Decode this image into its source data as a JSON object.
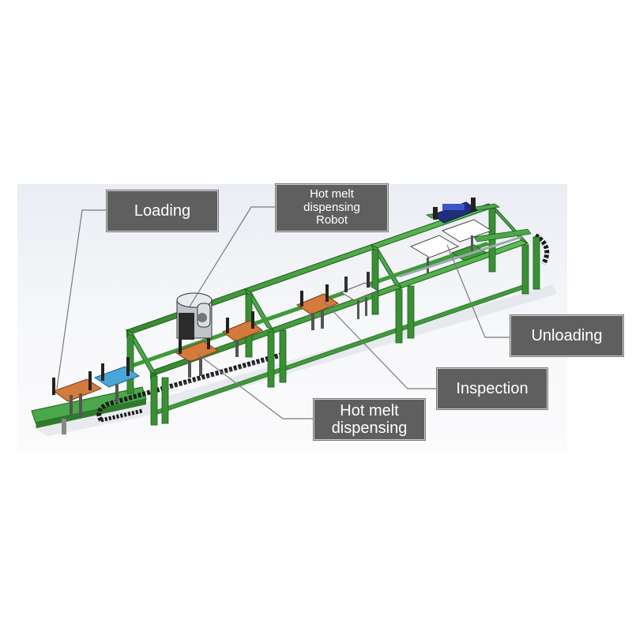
{
  "labels": {
    "loading": "Loading",
    "robot_line1": "Hot melt",
    "robot_line2": "dispensing",
    "robot_line3": "Robot",
    "unloading": "Unloading",
    "inspection": "Inspection",
    "hotmelt_line1": "Hot melt",
    "hotmelt_line2": "dispensing"
  },
  "colors": {
    "frame_green": "#3f9a3a",
    "frame_dark": "#1f5e1d",
    "fixture_orange": "#d47a3c",
    "fixture_blue": "#4aa6d8",
    "unloader_navy": "#1f2f7a",
    "callout_fill": "#5f5f5f",
    "leader_line": "#7a7a7a"
  }
}
